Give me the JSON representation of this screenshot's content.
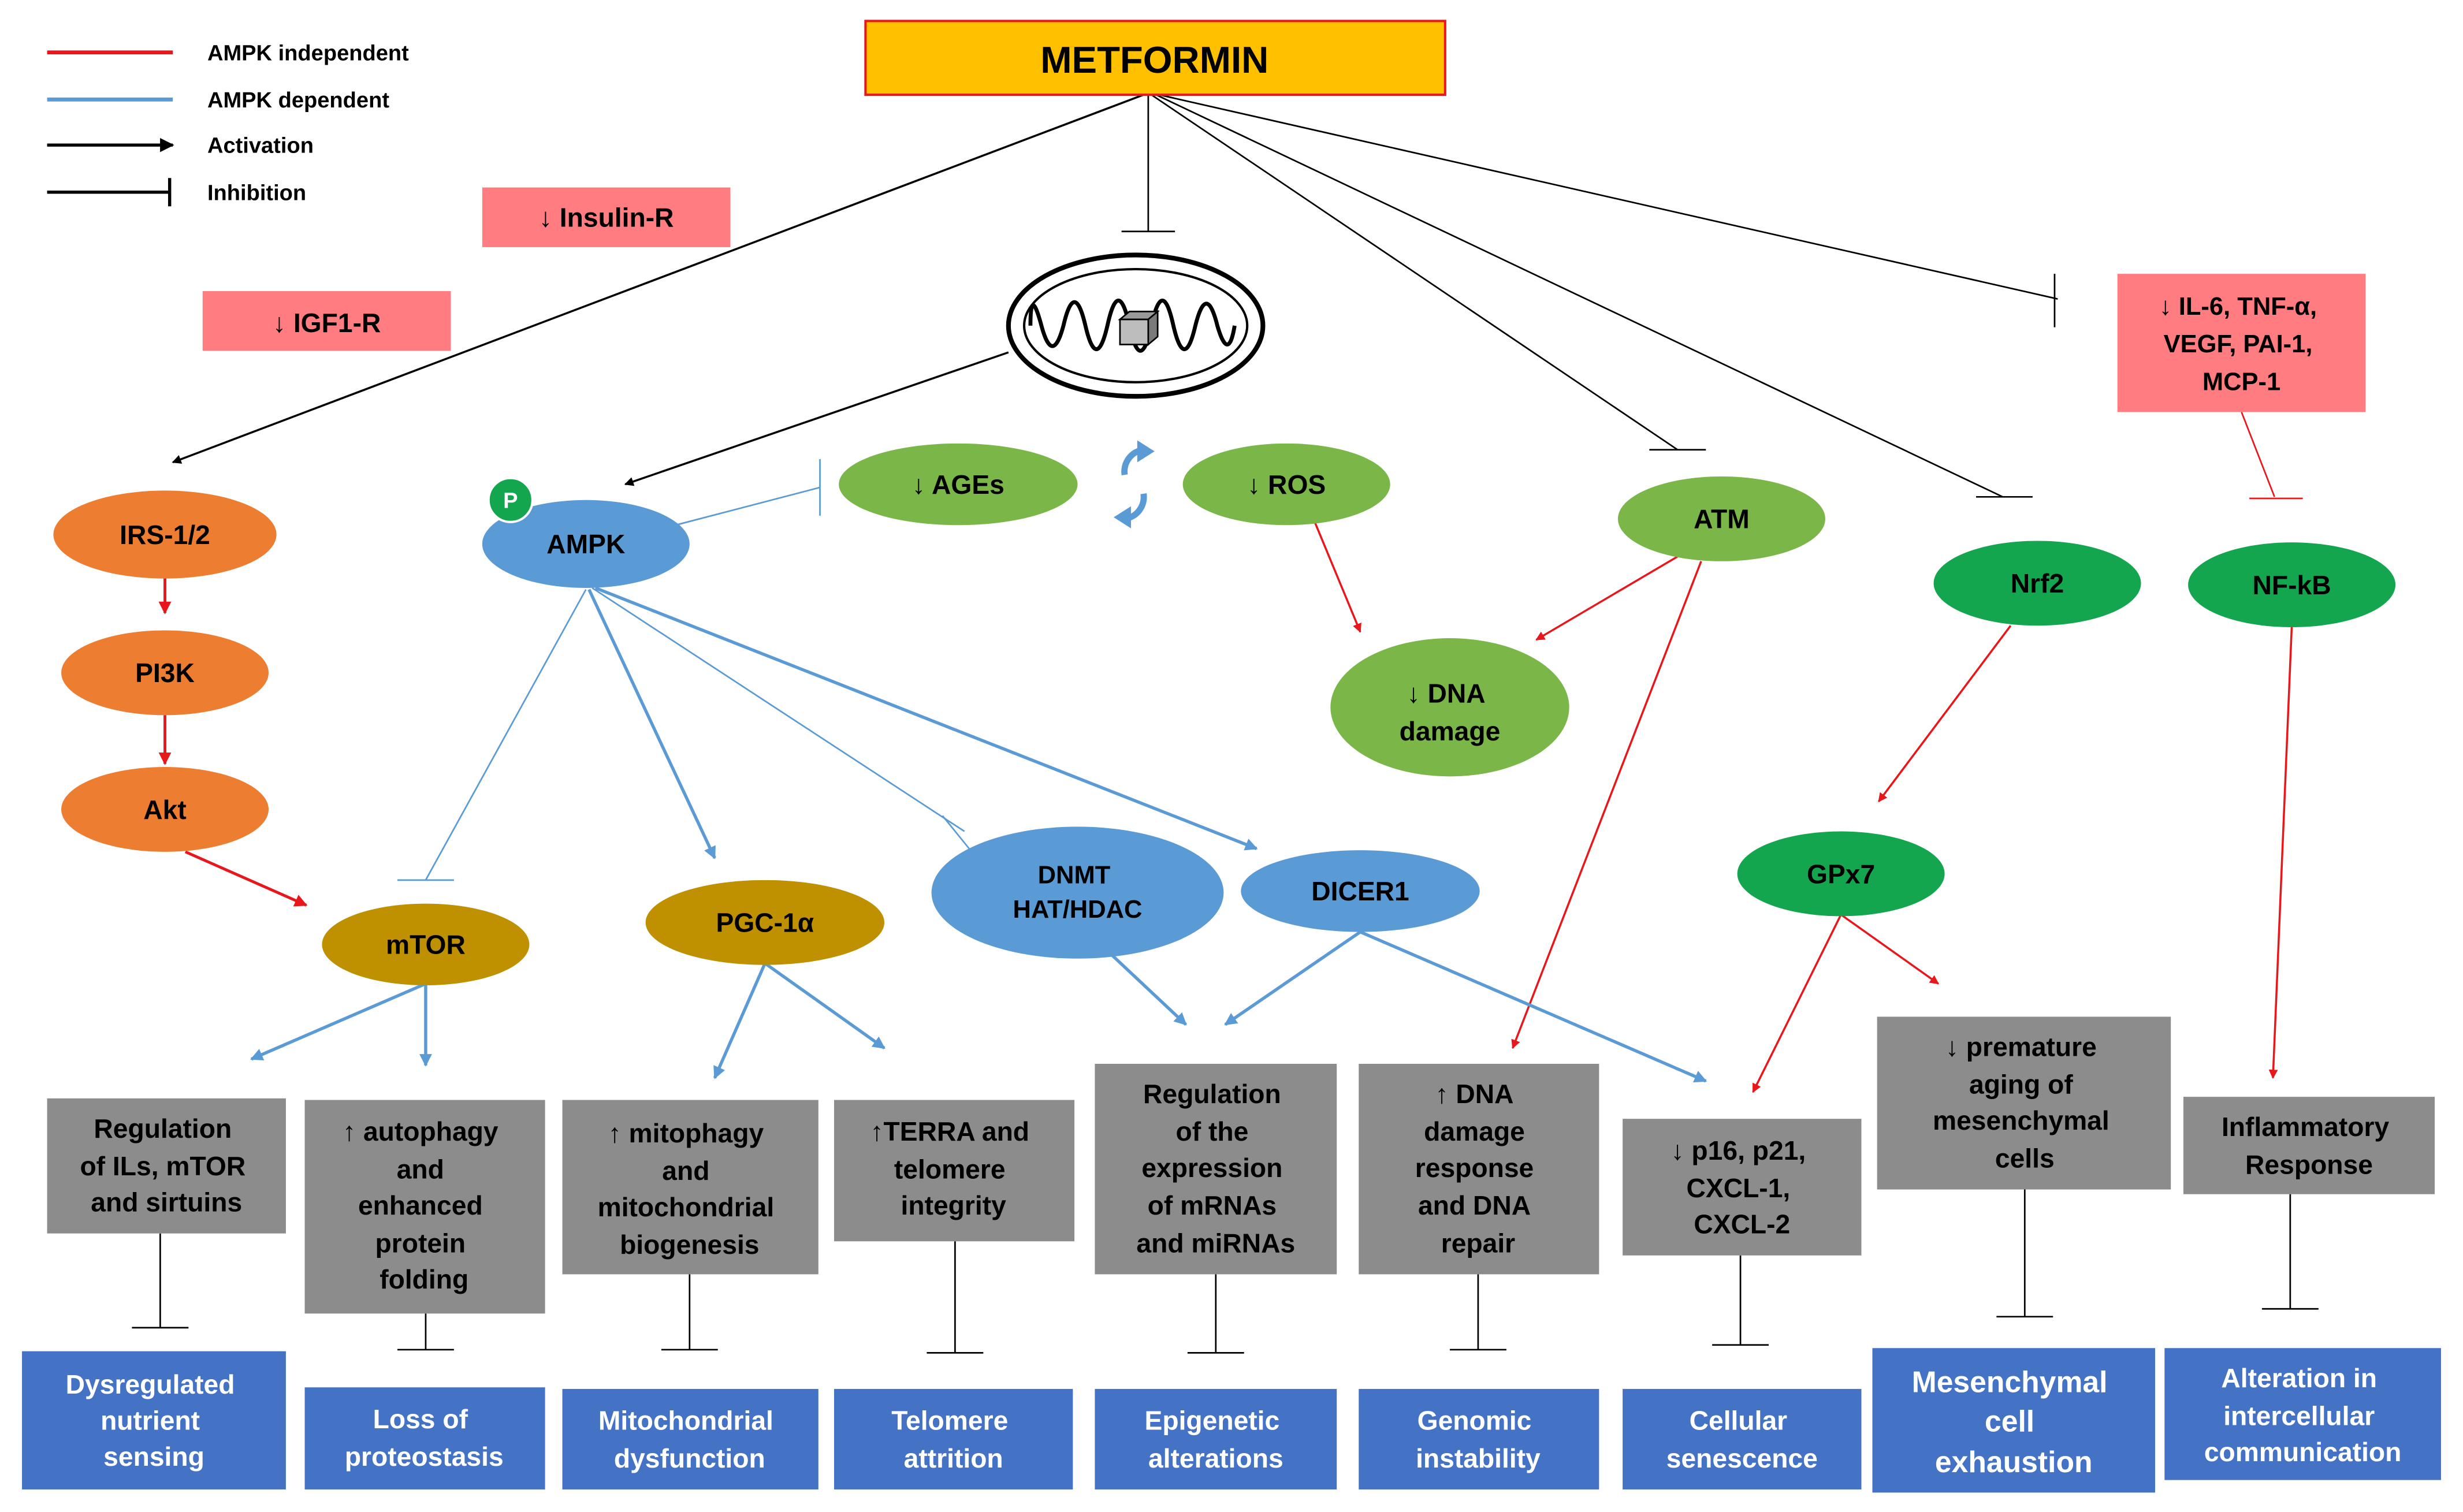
{
  "legend": {
    "independent": "AMPK independent",
    "dependent": "AMPK dependent",
    "activation": "Activation",
    "inhibition": "Inhibition"
  },
  "top_drug": "METFORMIN",
  "receptors": {
    "insulin": "↓ Insulin-R",
    "igf1": "↓ IGF1-R"
  },
  "cytokines_box": [
    "↓ IL-6, TNF-α,",
    "VEGF, PAI-1,",
    "MCP-1"
  ],
  "nodes": {
    "irs": "IRS-1/2",
    "pi3k": "PI3K",
    "akt": "Akt",
    "p_badge": "P",
    "ampk": "AMPK",
    "ages": "↓ AGEs",
    "ros": "↓ ROS",
    "atm": "ATM",
    "dna_damage": [
      "↓ DNA",
      "damage"
    ],
    "nrf2": "Nrf2",
    "nfkb": "NF-kB",
    "mtor": "mTOR",
    "pgc": "PGC-1α",
    "dnmt": [
      "DNMT",
      "HAT/HDAC"
    ],
    "dicer": "DICER1",
    "gpx7": "GPx7"
  },
  "outcome_boxes": {
    "regulation_ils": [
      "Regulation",
      "of ILs, mTOR",
      "and sirtuins"
    ],
    "autophagy": [
      "↑ autophagy",
      "and",
      "enhanced",
      "protein",
      "folding"
    ],
    "mitophagy": [
      "↑ mitophagy",
      "and",
      "mitochondrial",
      "biogenesis"
    ],
    "terra": [
      "↑TERRA and",
      "telomere",
      "integrity"
    ],
    "regulation_mrna": [
      "Regulation",
      "of the",
      "expression",
      "of mRNAs",
      "and miRNAs"
    ],
    "dna_response": [
      "↑ DNA",
      "damage",
      "response",
      "and DNA",
      "repair"
    ],
    "p16": [
      "↓ p16, p21,",
      "CXCL-1,",
      "CXCL-2"
    ],
    "premature": [
      "↓ premature",
      "aging of",
      "mesenchymal",
      "cells"
    ],
    "inflammatory": [
      "Inflammatory",
      "Response"
    ]
  },
  "hallmarks": {
    "nutrient": [
      "Dysregulated",
      "nutrient",
      "sensing"
    ],
    "proteostasis": [
      "Loss of",
      "proteostasis"
    ],
    "mito": [
      "Mitochondrial",
      "dysfunction"
    ],
    "telomere": [
      "Telomere",
      "attrition"
    ],
    "epigenetic": [
      "Epigenetic",
      "alterations"
    ],
    "genomic": [
      "Genomic",
      "instability"
    ],
    "senescence": [
      "Cellular",
      "senescence"
    ],
    "stemcell": [
      "Mesenchymal",
      "cell",
      "exhaustion"
    ],
    "communication": [
      "Alteration in",
      "intercellular",
      "communication"
    ]
  },
  "colors": {
    "red": "#E8171B",
    "blue": "#5B9BD5",
    "black": "#000000",
    "orange": "#ED7D31",
    "green_light": "#7AB648",
    "green_dark": "#14A54F",
    "gold": "#BF9000",
    "grey": "#8C8C8C",
    "hallmark_blue": "#4472C4",
    "receptor_pink": "#FF7C80",
    "metformin_yellow": "#FFC000"
  }
}
